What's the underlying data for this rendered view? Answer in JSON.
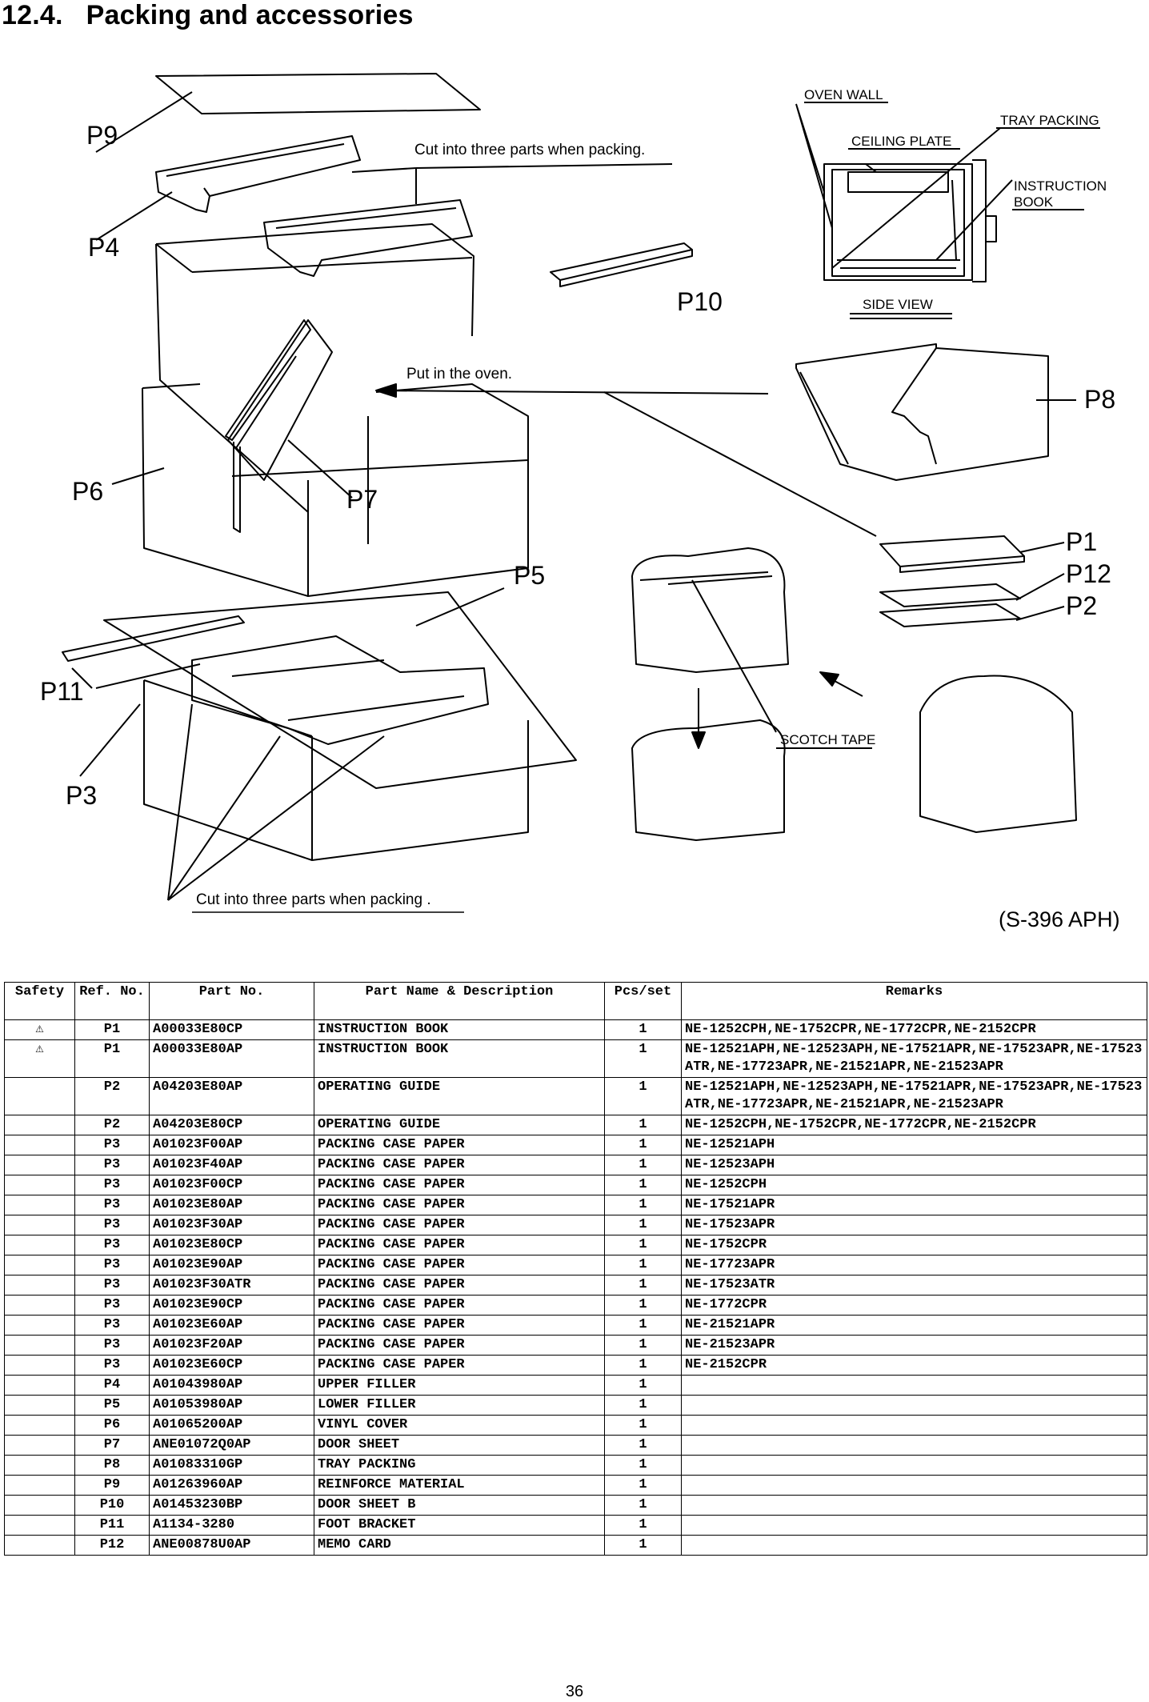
{
  "heading": {
    "number": "12.4.",
    "title": "Packing and accessories"
  },
  "diagram": {
    "callouts": [
      "P9",
      "P4",
      "P6",
      "P7",
      "P5",
      "P11",
      "P3",
      "P10",
      "P8",
      "P1",
      "P12",
      "P2"
    ],
    "notes": {
      "cut_top": "Cut into three parts when packing.",
      "put_in_oven": "Put in the oven.",
      "cut_bottom": "Cut into three parts when packing .",
      "scotch_tape": "SCOTCH TAPE"
    },
    "side_view": {
      "oven_wall": "OVEN WALL",
      "ceiling_plate": "CEILING PLATE",
      "tray_packing": "TRAY PACKING",
      "instruction_book_1": "INSTRUCTION",
      "instruction_book_2": "BOOK",
      "caption": "SIDE VIEW"
    },
    "model_code": "(S-396 APH)"
  },
  "table": {
    "headers": {
      "safety": "Safety",
      "ref_no": "Ref. No.",
      "part_no": "Part No.",
      "description": "Part Name & Description",
      "pcs": "Pcs/set",
      "remarks": "Remarks"
    },
    "safety_symbol": "⚠",
    "rows": [
      {
        "safety": "⚠",
        "ref": "P1",
        "part": "A00033E80CP",
        "desc": "INSTRUCTION BOOK",
        "pcs": "1",
        "remarks": "NE-1252CPH,NE-1752CPR,NE-1772CPR,NE-2152CPR"
      },
      {
        "safety": "⚠",
        "ref": "P1",
        "part": "A00033E80AP",
        "desc": "INSTRUCTION BOOK",
        "pcs": "1",
        "remarks": "NE-12521APH,NE-12523APH,NE-17521APR,NE-17523APR,NE-17523ATR,NE-17723APR,NE-21521APR,NE-21523APR"
      },
      {
        "safety": "",
        "ref": "P2",
        "part": "A04203E80AP",
        "desc": "OPERATING GUIDE",
        "pcs": "1",
        "remarks": "NE-12521APH,NE-12523APH,NE-17521APR,NE-17523APR,NE-17523ATR,NE-17723APR,NE-21521APR,NE-21523APR"
      },
      {
        "safety": "",
        "ref": "P2",
        "part": "A04203E80CP",
        "desc": "OPERATING GUIDE",
        "pcs": "1",
        "remarks": "NE-1252CPH,NE-1752CPR,NE-1772CPR,NE-2152CPR"
      },
      {
        "safety": "",
        "ref": "P3",
        "part": "A01023F00AP",
        "desc": "PACKING CASE PAPER",
        "pcs": "1",
        "remarks": "NE-12521APH"
      },
      {
        "safety": "",
        "ref": "P3",
        "part": "A01023F40AP",
        "desc": "PACKING CASE PAPER",
        "pcs": "1",
        "remarks": "NE-12523APH"
      },
      {
        "safety": "",
        "ref": "P3",
        "part": "A01023F00CP",
        "desc": "PACKING CASE PAPER",
        "pcs": "1",
        "remarks": "NE-1252CPH"
      },
      {
        "safety": "",
        "ref": "P3",
        "part": "A01023E80AP",
        "desc": "PACKING CASE PAPER",
        "pcs": "1",
        "remarks": "NE-17521APR"
      },
      {
        "safety": "",
        "ref": "P3",
        "part": "A01023F30AP",
        "desc": "PACKING CASE PAPER",
        "pcs": "1",
        "remarks": "NE-17523APR"
      },
      {
        "safety": "",
        "ref": "P3",
        "part": "A01023E80CP",
        "desc": "PACKING CASE PAPER",
        "pcs": "1",
        "remarks": "NE-1752CPR"
      },
      {
        "safety": "",
        "ref": "P3",
        "part": "A01023E90AP",
        "desc": "PACKING CASE PAPER",
        "pcs": "1",
        "remarks": "NE-17723APR"
      },
      {
        "safety": "",
        "ref": "P3",
        "part": "A01023F30ATR",
        "desc": "PACKING CASE PAPER",
        "pcs": "1",
        "remarks": "NE-17523ATR"
      },
      {
        "safety": "",
        "ref": "P3",
        "part": "A01023E90CP",
        "desc": "PACKING CASE PAPER",
        "pcs": "1",
        "remarks": "NE-1772CPR"
      },
      {
        "safety": "",
        "ref": "P3",
        "part": "A01023E60AP",
        "desc": "PACKING CASE PAPER",
        "pcs": "1",
        "remarks": "NE-21521APR"
      },
      {
        "safety": "",
        "ref": "P3",
        "part": "A01023F20AP",
        "desc": "PACKING CASE PAPER",
        "pcs": "1",
        "remarks": "NE-21523APR"
      },
      {
        "safety": "",
        "ref": "P3",
        "part": "A01023E60CP",
        "desc": "PACKING CASE PAPER",
        "pcs": "1",
        "remarks": "NE-2152CPR"
      },
      {
        "safety": "",
        "ref": "P4",
        "part": "A01043980AP",
        "desc": "UPPER FILLER",
        "pcs": "1",
        "remarks": ""
      },
      {
        "safety": "",
        "ref": "P5",
        "part": "A01053980AP",
        "desc": "LOWER FILLER",
        "pcs": "1",
        "remarks": ""
      },
      {
        "safety": "",
        "ref": "P6",
        "part": "A01065200AP",
        "desc": "VINYL COVER",
        "pcs": "1",
        "remarks": ""
      },
      {
        "safety": "",
        "ref": "P7",
        "part": "ANE01072Q0AP",
        "desc": "DOOR SHEET",
        "pcs": "1",
        "remarks": ""
      },
      {
        "safety": "",
        "ref": "P8",
        "part": "A01083310GP",
        "desc": "TRAY PACKING",
        "pcs": "1",
        "remarks": ""
      },
      {
        "safety": "",
        "ref": "P9",
        "part": "A01263960AP",
        "desc": "REINFORCE MATERIAL",
        "pcs": "1",
        "remarks": ""
      },
      {
        "safety": "",
        "ref": "P10",
        "part": "A01453230BP",
        "desc": "DOOR SHEET B",
        "pcs": "1",
        "remarks": ""
      },
      {
        "safety": "",
        "ref": "P11",
        "part": "A1134-3280",
        "desc": "FOOT BRACKET",
        "pcs": "1",
        "remarks": ""
      },
      {
        "safety": "",
        "ref": "P12",
        "part": "ANE00878U0AP",
        "desc": "MEMO CARD",
        "pcs": "1",
        "remarks": ""
      }
    ]
  },
  "page_number": "36"
}
